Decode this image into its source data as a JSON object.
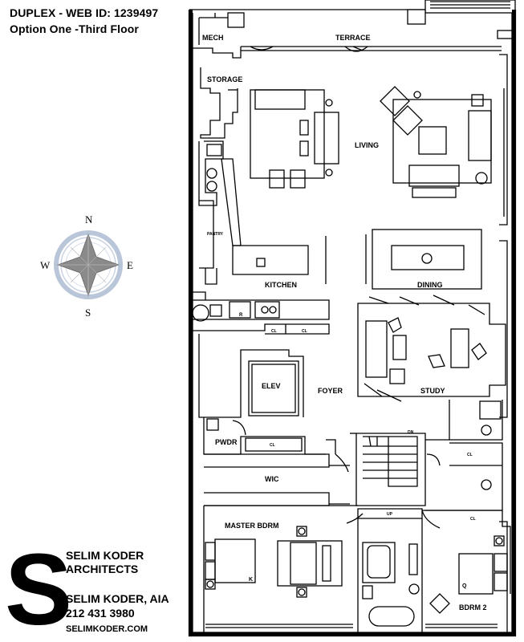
{
  "header": {
    "line1": "DUPLEX - WEB ID: 1239497",
    "line2": "Option One -Third Floor"
  },
  "rooms": {
    "mech": "MECH",
    "terrace": "TERRACE",
    "storage": "STORAGE",
    "living": "LIVING",
    "pantry": "PANTRY",
    "kitchen": "KITCHEN",
    "dining": "DINING",
    "elev": "ELEV",
    "foyer": "FOYER",
    "study": "STUDY",
    "pwdr": "PWDR",
    "wic": "WIC",
    "master": "MASTER BDRM",
    "bdrm2": "BDRM 2",
    "cl": "CL",
    "r": "R",
    "up": "UP",
    "dn": "DN",
    "k": "K",
    "q": "Q"
  },
  "compass": {
    "n": "N",
    "s": "S",
    "e": "E",
    "w": "W"
  },
  "logo": {
    "letter": "S",
    "firm_line1": "SELIM KODER",
    "firm_line2": "ARCHITECTS",
    "name": "SELIM KODER, AIA",
    "phone": "212 431 3980",
    "website": "SELIMKODER.COM"
  },
  "colors": {
    "compass_ring": "#b9c6d9",
    "compass_star": "#8a8a8a"
  }
}
